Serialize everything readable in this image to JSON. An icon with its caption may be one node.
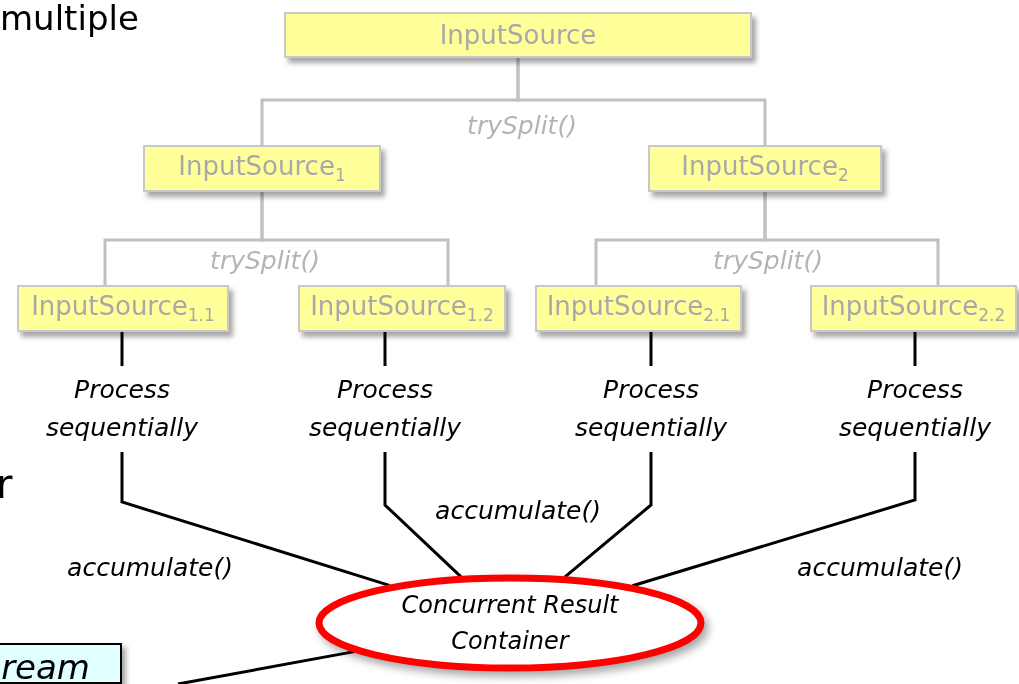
{
  "diagram": {
    "nodes": [
      {
        "text": [
          "InputSource"
        ]
      },
      {
        "text": [
          "InputSource$_{1}$"
        ]
      },
      {
        "text": [
          "InputSource$_{2}$"
        ]
      },
      {
        "text": [
          "InputSource$_{1.1}$"
        ]
      },
      {
        "text": [
          "InputSource$_{1.2}$"
        ]
      },
      {
        "text": [
          "InputSource$_{2.1}$"
        ]
      },
      {
        "text": [
          "InputSource$_{2.2}$"
        ]
      },
      {
        "text": [
          "Process sequentially"
        ]
      },
      {
        "text": [
          "Process sequentially"
        ]
      },
      {
        "text": [
          "Process sequentially"
        ]
      },
      {
        "text": [
          "Process sequentially"
        ]
      },
      {
        "text": [
          "Concurrent Result Container"
        ]
      },
      {
        "text": [
          "ream"
        ]
      }
    ],
    "edges": [
      {
        "from": 0,
        "to": 1,
        "arrow": "none",
        "label": "trySplit()",
        "color": "#c0c0c0"
      },
      {
        "from": 0,
        "to": 2,
        "arrow": "none",
        "color": "#c0c0c0"
      },
      {
        "from": 1,
        "to": 3,
        "arrow": "none",
        "label": "trySplit()",
        "color": "#c0c0c0"
      },
      {
        "from": 1,
        "to": 4,
        "arrow": "none",
        "color": "#c0c0c0"
      },
      {
        "from": 2,
        "to": 5,
        "arrow": "none",
        "label": "trySplit()",
        "color": "#c0c0c0"
      },
      {
        "from": 2,
        "to": 6,
        "arrow": "none",
        "color": "#c0c0c0"
      },
      {
        "from": 3,
        "to": 7,
        "arrow": "none"
      },
      {
        "from": 4,
        "to": 8,
        "arrow": "none"
      },
      {
        "from": 5,
        "to": 9,
        "arrow": "none"
      },
      {
        "from": 6,
        "to": 10,
        "arrow": "none"
      },
      {
        "from": 7,
        "to": 11,
        "arrow": "none",
        "label": "accumulate()"
      },
      {
        "from": 8,
        "to": 11,
        "arrow": "none",
        "label": "accumulate()"
      },
      {
        "from": 9,
        "to": 11,
        "arrow": "none"
      },
      {
        "from": 10,
        "to": 11,
        "arrow": "none",
        "label": "accumulate()"
      },
      {
        "from": null,
        "to": 11,
        "arrow": "none"
      }
    ],
    "labels": [
      "multiple",
      "r"
    ]
  }
}
